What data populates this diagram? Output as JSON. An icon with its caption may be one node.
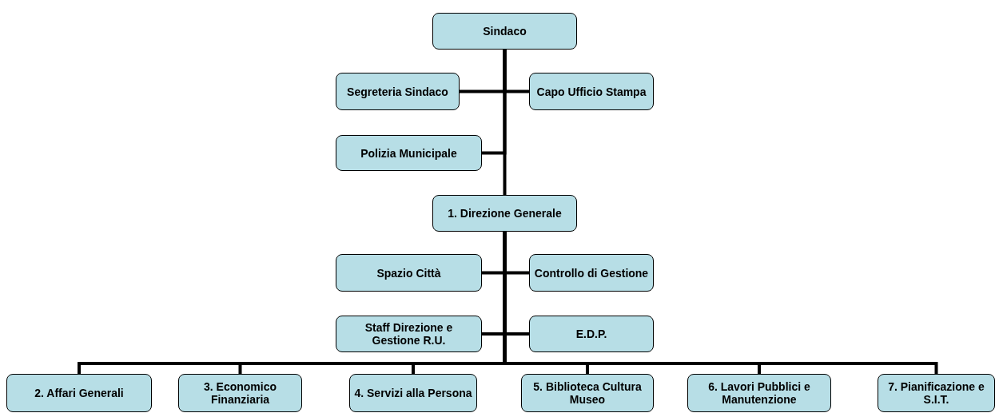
{
  "diagram": {
    "nodes": [
      {
        "text": [
          "Sindaco"
        ]
      },
      {
        "text": [
          "Segreteria Sindaco"
        ]
      },
      {
        "text": [
          "Capo Ufficio Stampa"
        ]
      },
      {
        "text": [
          "Polizia Municipale"
        ]
      },
      {
        "text": [
          "1. Direzione Generale"
        ]
      },
      {
        "text": [
          "Spazio Città"
        ]
      },
      {
        "text": [
          "Controllo di Gestione"
        ]
      },
      {
        "text": [
          "Staff Direzione e Gestione R.U."
        ]
      },
      {
        "text": [
          "E.D.P."
        ]
      },
      {
        "text": [
          "2. Affari Generali"
        ]
      },
      {
        "text": [
          "3. Economico Finanziaria"
        ]
      },
      {
        "text": [
          "4. Servizi alla Persona"
        ]
      },
      {
        "text": [
          "5. Biblioteca Cultura Museo"
        ]
      },
      {
        "text": [
          "6. Lavori Pubblici e Manutenzione"
        ]
      },
      {
        "text": [
          "7. Pianificazione e S.I.T."
        ]
      }
    ],
    "edges": [
      {
        "from": 0,
        "to": 1,
        "arrow": "none"
      },
      {
        "from": 0,
        "to": 2,
        "arrow": "none"
      },
      {
        "from": 0,
        "to": 3,
        "arrow": "none"
      },
      {
        "from": 0,
        "to": 4,
        "arrow": "none"
      },
      {
        "from": 4,
        "to": 5,
        "arrow": "none"
      },
      {
        "from": 4,
        "to": 6,
        "arrow": "none"
      },
      {
        "from": 4,
        "to": 7,
        "arrow": "none"
      },
      {
        "from": 4,
        "to": 8,
        "arrow": "none"
      },
      {
        "from": 4,
        "to": 9,
        "arrow": "none"
      },
      {
        "from": 4,
        "to": 10,
        "arrow": "none"
      },
      {
        "from": 4,
        "to": 11,
        "arrow": "none"
      },
      {
        "from": 4,
        "to": 12,
        "arrow": "none"
      },
      {
        "from": 4,
        "to": 13,
        "arrow": "none"
      },
      {
        "from": 4,
        "to": 14,
        "arrow": "none"
      }
    ]
  }
}
